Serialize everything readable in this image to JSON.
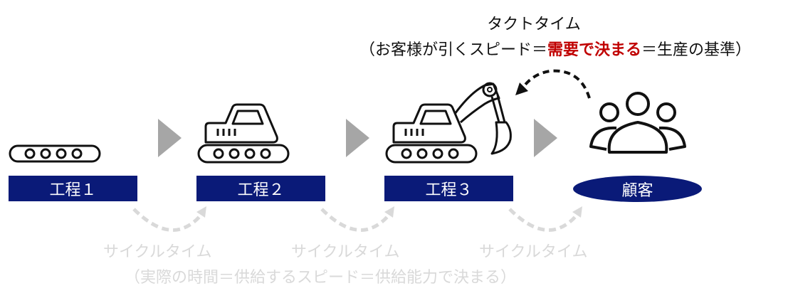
{
  "takt": {
    "title": "タクトタイム",
    "desc_prefix": "（お客様が引くスピード＝",
    "desc_highlight": "需要で決まる",
    "desc_suffix": "＝生産の基準）",
    "highlight_color": "#c00000"
  },
  "processes": [
    {
      "label": "工程１",
      "icon": "conveyor-icon"
    },
    {
      "label": "工程２",
      "icon": "bulldozer-icon"
    },
    {
      "label": "工程３",
      "icon": "excavator-icon"
    }
  ],
  "customer": {
    "label": "顧客",
    "icon": "people-group-icon"
  },
  "cycle_time": {
    "labels": [
      "サイクルタイム",
      "サイクルタイム",
      "サイクルタイム"
    ],
    "desc": "（実際の時間＝供給するスピード＝供給能力で決まる）"
  },
  "colors": {
    "box": "#0a1a78",
    "arrow": "#a6a6a6",
    "cycle_text": "#d9d9d9"
  }
}
